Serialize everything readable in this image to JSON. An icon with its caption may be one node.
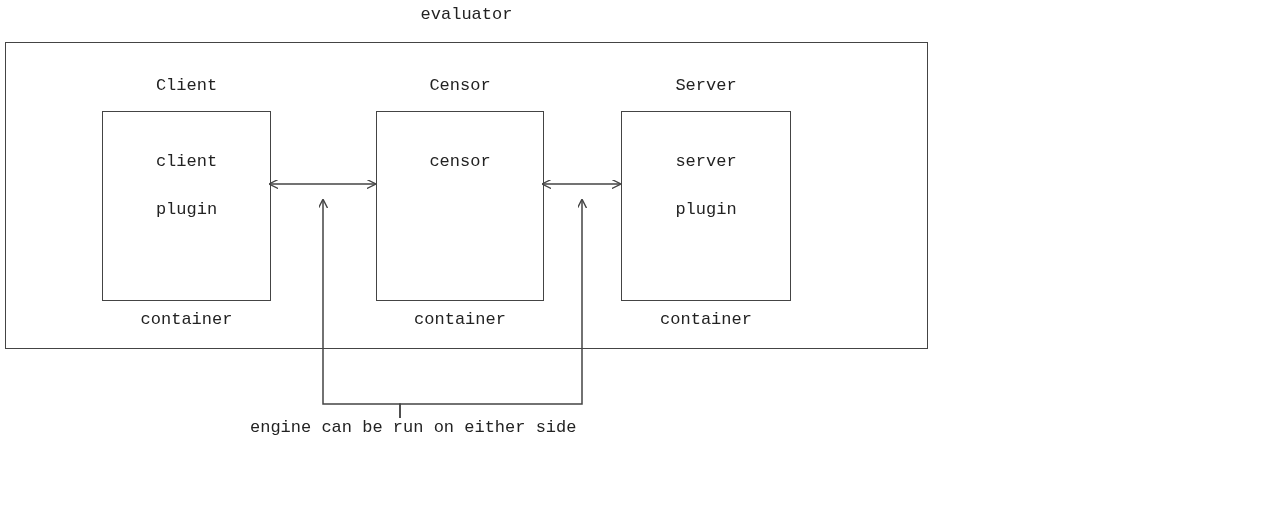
{
  "diagram": {
    "nodes": [
      {
        "text": [
          "evaluator"
        ]
      },
      {
        "text": [
          "Client",
          "client plugin"
        ],
        "beside": [
          "container"
        ],
        "in": 0
      },
      {
        "text": [
          "Censor",
          "censor"
        ],
        "beside": [
          "container"
        ],
        "in": 0
      },
      {
        "text": [
          "Server",
          "server plugin"
        ],
        "beside": [
          "container"
        ],
        "in": 0
      },
      {
        "text": [
          "engine can be run on either side"
        ]
      }
    ],
    "edges": [
      {
        "from": 1,
        "to": 2,
        "arrow": "both"
      },
      {
        "from": 2,
        "to": 3,
        "arrow": "both"
      },
      {
        "from": 4,
        "to": null,
        "arrow": "to"
      },
      {
        "from": 4,
        "to": null,
        "arrow": "to"
      }
    ]
  }
}
